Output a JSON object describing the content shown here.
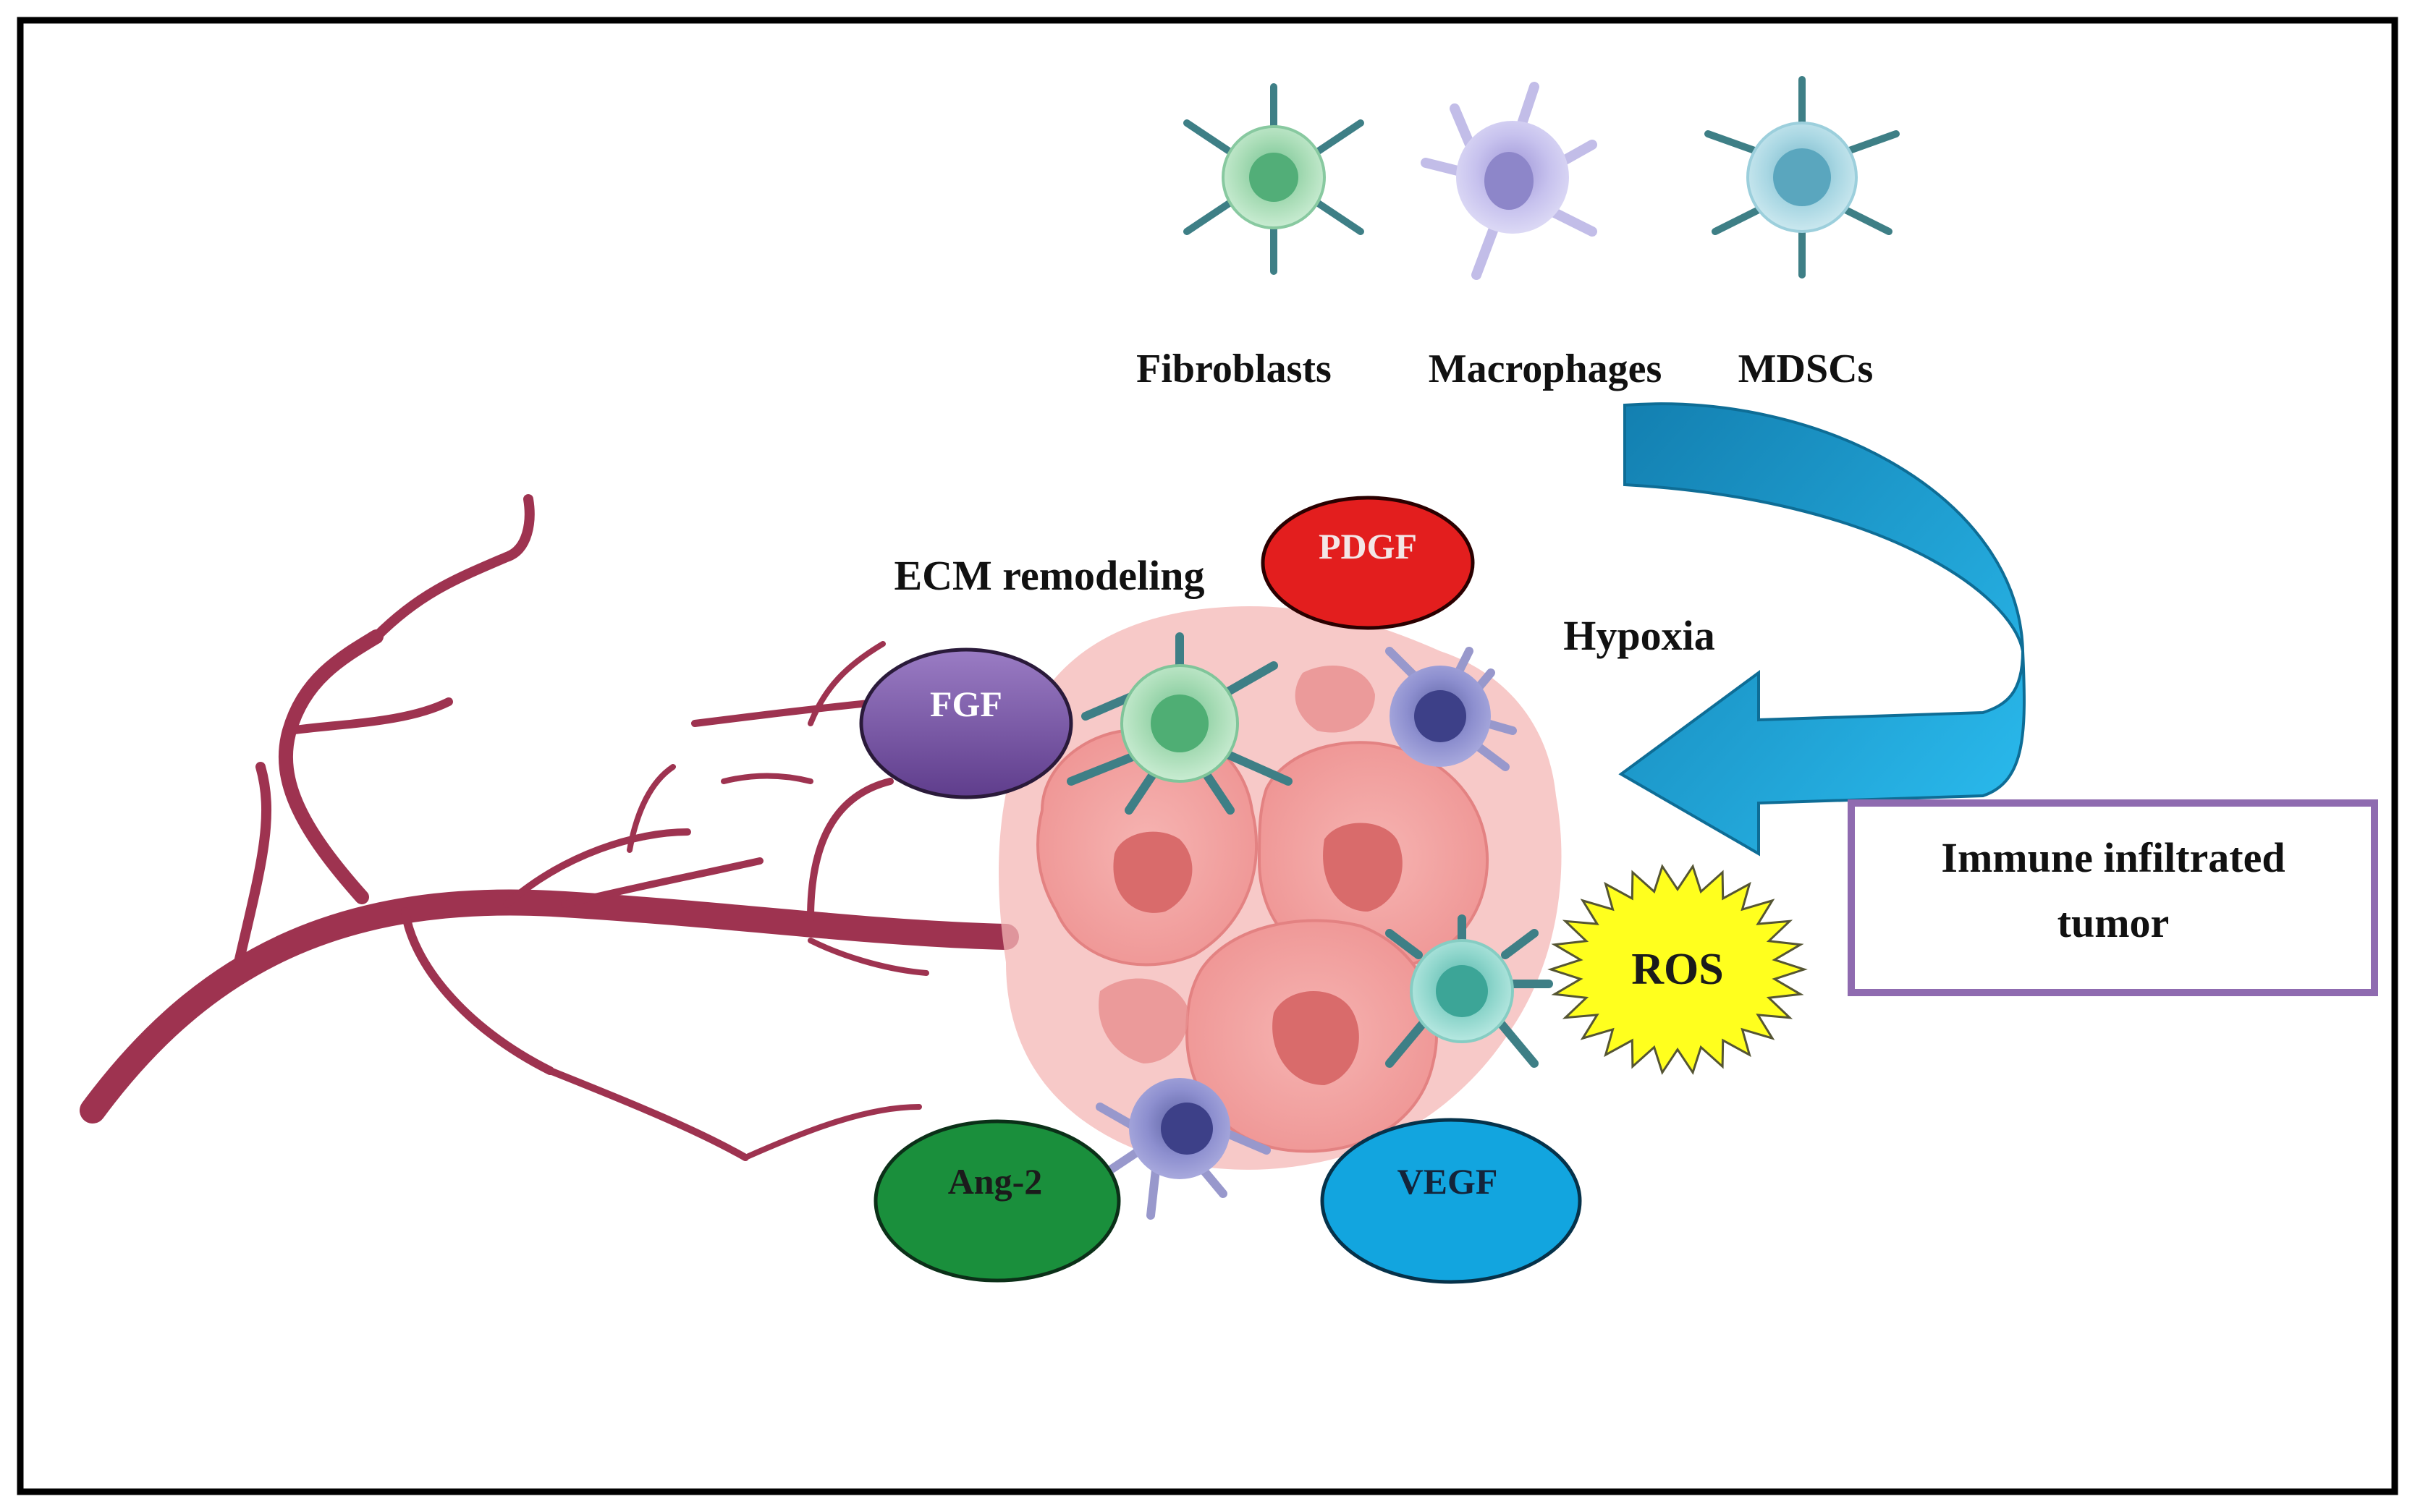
{
  "cell_types": [
    {
      "label": "Fibroblasts",
      "icon": "fibroblast-cell-icon"
    },
    {
      "label": "Macrophages",
      "icon": "macrophage-cell-icon"
    },
    {
      "label": "MDSCs",
      "icon": "mdsc-cell-icon"
    }
  ],
  "labels": {
    "ecm": "ECM remodeling",
    "hypoxia": "Hypoxia"
  },
  "factors": {
    "pdgf": {
      "label": "PDGF",
      "color": "#e31e1e",
      "text_color": "#f3e6e6"
    },
    "fgf": {
      "label": "FGF",
      "color": "#7e58a8",
      "text_color": "#ffffff"
    },
    "ang2": {
      "label": "Ang-2",
      "color": "#1a8f3c",
      "text_color": "#1b1b1b"
    },
    "vegf": {
      "label": "VEGF",
      "color": "#12a5df",
      "text_color": "#14243a"
    },
    "ros": {
      "label": "ROS",
      "color": "#ffff1e",
      "text_color": "#1b1b1b"
    }
  },
  "infiltrated_box": {
    "line1": "Immune infiltrated",
    "line2": "tumor",
    "border_color": "#8f6bb0"
  },
  "colors": {
    "vessel": "#9e3350",
    "arrow": "#1fb0e6",
    "arrow_dark": "#137fb0",
    "tumor": "#f2a3a2",
    "tumor_nucleus": "#d96b6b"
  }
}
